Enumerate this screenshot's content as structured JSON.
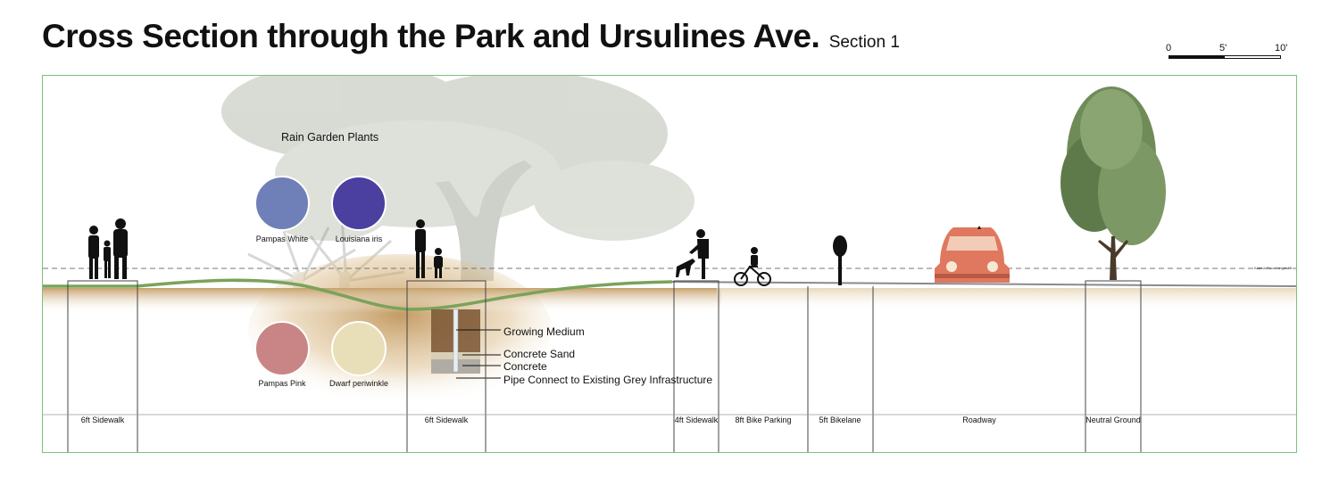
{
  "header": {
    "title": "Cross Section through the Park and Ursulines Ave.",
    "subtitle": "Section 1"
  },
  "scale_bar": {
    "labels": [
      "0",
      "5'",
      "10'"
    ]
  },
  "flood_line": {
    "label": "Katrina Flood Height 3ft"
  },
  "rain_garden": {
    "heading": "Rain Garden Plants",
    "plants": [
      {
        "name": "Pampas White",
        "color": "#6f7fb8"
      },
      {
        "name": "Louisiana iris",
        "color": "#4b3fa0"
      },
      {
        "name": "Pampas Pink",
        "color": "#c98585"
      },
      {
        "name": "Dwarf periwinkle",
        "color": "#e8dfb8"
      }
    ]
  },
  "bioswale_layers": [
    "Growing Medium",
    "Concrete Sand",
    "Concrete",
    "Pipe Connect to Existing Grey Infrastructure"
  ],
  "zones": [
    "6ft Sidewalk",
    "6ft Sidewalk",
    "4ft Sidewalk",
    "8ft Bike Parking",
    "5ft Bikelane",
    "Roadway",
    "Neutral Ground"
  ],
  "colors": {
    "grass": "#7aa35a",
    "soil": "#c9a36a",
    "tree_ghost": "#c8ccc2",
    "street_tree": "#5e7a4a",
    "car": "#e0785f",
    "frame": "#7fbf7f"
  }
}
